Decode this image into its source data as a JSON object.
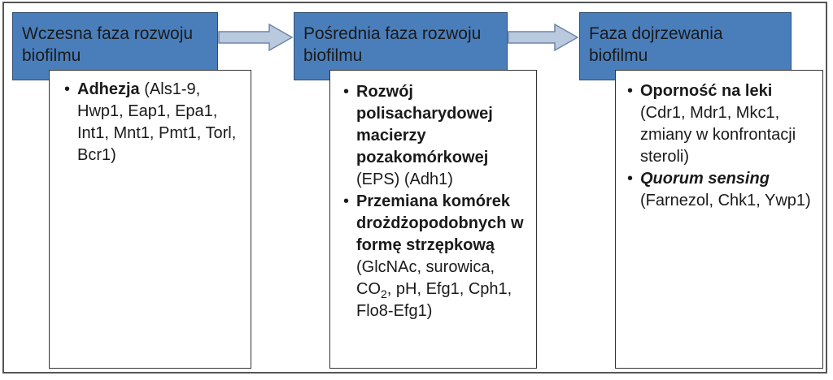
{
  "phases": [
    {
      "title": "Wczesna faza rozwoju biofilmu",
      "items": [
        {
          "bold": "Adhezja",
          "text": " (Als1-9, Hwp1, Eap1, Epa1, Int1, Mnt1, Pmt1, Torl, Bcr1)"
        }
      ]
    },
    {
      "title": "Pośrednia faza rozwoju biofilmu",
      "items": [
        {
          "bold": "Rozwój polisacharydowej macierzy pozakomórkowej",
          "text": " (EPS) (Adh1)"
        },
        {
          "bold": "Przemiana komórek drożdżopodobnych w formę strzępkową",
          "text_before_sub": " (GlcNAc, surowica, CO",
          "sub": "2",
          "text_after_sub": ", pH, Efg1, Cph1, Flo8-Efg1)"
        }
      ]
    },
    {
      "title": "Faza dojrzewania biofilmu",
      "items": [
        {
          "bold": "Oporność na leki",
          "text": " (Cdr1, Mdr1, Mkc1, zmiany w konfrontacji steroli)"
        },
        {
          "bold": "Quorum sensing",
          "text": " (Farnezol, Chk1, Ywp1)"
        }
      ]
    }
  ],
  "colors": {
    "phase_fill": "#4a7ebb",
    "arrow_fill": "#b9c9de",
    "arrow_stroke": "#6f86a6"
  }
}
